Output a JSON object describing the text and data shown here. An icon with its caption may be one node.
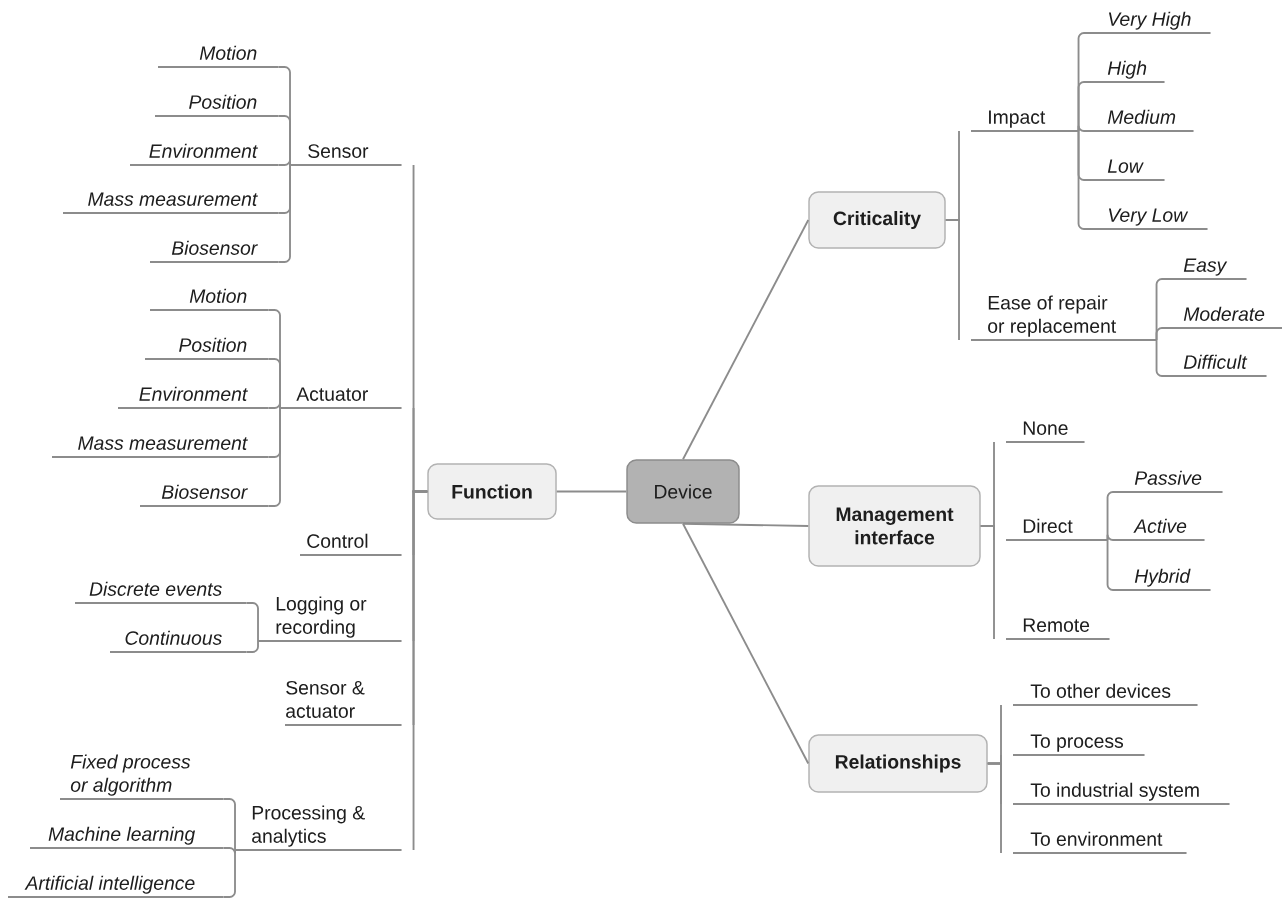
{
  "diagram": {
    "nodes": [
      {
        "text": [
          "Device"
        ]
      },
      {
        "text": [
          "Function"
        ]
      },
      {
        "text": [
          "Criticality"
        ]
      },
      {
        "text": [
          "Management interface"
        ]
      },
      {
        "text": [
          "Relationships"
        ]
      },
      {
        "text": [
          "Sensor"
        ]
      },
      {
        "text": [
          "Actuator"
        ]
      },
      {
        "text": [
          "Control"
        ]
      },
      {
        "text": [
          "Logging or recording"
        ]
      },
      {
        "text": [
          "Sensor & actuator"
        ]
      },
      {
        "text": [
          "Processing & analytics"
        ]
      },
      {
        "text": [
          "Motion"
        ]
      },
      {
        "text": [
          "Position"
        ]
      },
      {
        "text": [
          "Environment"
        ]
      },
      {
        "text": [
          "Mass measurement"
        ]
      },
      {
        "text": [
          "Biosensor"
        ]
      },
      {
        "text": [
          "Motion"
        ]
      },
      {
        "text": [
          "Position"
        ]
      },
      {
        "text": [
          "Environment"
        ]
      },
      {
        "text": [
          "Mass measurement"
        ]
      },
      {
        "text": [
          "Biosensor"
        ]
      },
      {
        "text": [
          "Discrete events"
        ]
      },
      {
        "text": [
          "Continuous"
        ]
      },
      {
        "text": [
          "Fixed process or algorithm"
        ]
      },
      {
        "text": [
          "Machine learning"
        ]
      },
      {
        "text": [
          "Artificial intelligence"
        ]
      },
      {
        "text": [
          "Impact"
        ]
      },
      {
        "text": [
          "Ease of repair or replacement"
        ]
      },
      {
        "text": [
          "Very High"
        ]
      },
      {
        "text": [
          "High"
        ]
      },
      {
        "text": [
          "Medium"
        ]
      },
      {
        "text": [
          "Low"
        ]
      },
      {
        "text": [
          "Very Low"
        ]
      },
      {
        "text": [
          "Easy"
        ]
      },
      {
        "text": [
          "Moderate"
        ]
      },
      {
        "text": [
          "Difficult"
        ]
      },
      {
        "text": [
          "None"
        ]
      },
      {
        "text": [
          "Direct"
        ]
      },
      {
        "text": [
          "Remote"
        ]
      },
      {
        "text": [
          "Passive"
        ]
      },
      {
        "text": [
          "Active"
        ]
      },
      {
        "text": [
          "Hybrid"
        ]
      },
      {
        "text": [
          "To other devices"
        ]
      },
      {
        "text": [
          "To process"
        ]
      },
      {
        "text": [
          "To industrial system"
        ]
      },
      {
        "text": [
          "To environment"
        ]
      }
    ],
    "edges": [
      {
        "from": 0,
        "to": 1,
        "arrow": "none"
      },
      {
        "from": 0,
        "to": 2,
        "arrow": "none"
      },
      {
        "from": 0,
        "to": 3,
        "arrow": "none"
      },
      {
        "from": 0,
        "to": 4,
        "arrow": "none"
      },
      {
        "from": 1,
        "to": 5,
        "arrow": "none"
      },
      {
        "from": 1,
        "to": 6,
        "arrow": "none"
      },
      {
        "from": 1,
        "to": 7,
        "arrow": "none"
      },
      {
        "from": 1,
        "to": 8,
        "arrow": "none"
      },
      {
        "from": 1,
        "to": 9,
        "arrow": "none"
      },
      {
        "from": 1,
        "to": 10,
        "arrow": "none"
      },
      {
        "from": 5,
        "to": 11,
        "arrow": "none"
      },
      {
        "from": 5,
        "to": 12,
        "arrow": "none"
      },
      {
        "from": 5,
        "to": 13,
        "arrow": "none"
      },
      {
        "from": 5,
        "to": 14,
        "arrow": "none"
      },
      {
        "from": 5,
        "to": 15,
        "arrow": "none"
      },
      {
        "from": 6,
        "to": 16,
        "arrow": "none"
      },
      {
        "from": 6,
        "to": 17,
        "arrow": "none"
      },
      {
        "from": 6,
        "to": 18,
        "arrow": "none"
      },
      {
        "from": 6,
        "to": 19,
        "arrow": "none"
      },
      {
        "from": 6,
        "to": 20,
        "arrow": "none"
      },
      {
        "from": 8,
        "to": 21,
        "arrow": "none"
      },
      {
        "from": 8,
        "to": 22,
        "arrow": "none"
      },
      {
        "from": 10,
        "to": 23,
        "arrow": "none"
      },
      {
        "from": 10,
        "to": 24,
        "arrow": "none"
      },
      {
        "from": 10,
        "to": 25,
        "arrow": "none"
      },
      {
        "from": 2,
        "to": 26,
        "arrow": "none"
      },
      {
        "from": 2,
        "to": 27,
        "arrow": "none"
      },
      {
        "from": 26,
        "to": 28,
        "arrow": "none"
      },
      {
        "from": 26,
        "to": 29,
        "arrow": "none"
      },
      {
        "from": 26,
        "to": 30,
        "arrow": "none"
      },
      {
        "from": 26,
        "to": 31,
        "arrow": "none"
      },
      {
        "from": 26,
        "to": 32,
        "arrow": "none"
      },
      {
        "from": 27,
        "to": 33,
        "arrow": "none"
      },
      {
        "from": 27,
        "to": 34,
        "arrow": "none"
      },
      {
        "from": 27,
        "to": 35,
        "arrow": "none"
      },
      {
        "from": 3,
        "to": 36,
        "arrow": "none"
      },
      {
        "from": 3,
        "to": 37,
        "arrow": "none"
      },
      {
        "from": 3,
        "to": 38,
        "arrow": "none"
      },
      {
        "from": 37,
        "to": 39,
        "arrow": "none"
      },
      {
        "from": 37,
        "to": 40,
        "arrow": "none"
      },
      {
        "from": 37,
        "to": 41,
        "arrow": "none"
      },
      {
        "from": 4,
        "to": 42,
        "arrow": "none"
      },
      {
        "from": 4,
        "to": 43,
        "arrow": "none"
      },
      {
        "from": 4,
        "to": 44,
        "arrow": "none"
      },
      {
        "from": 4,
        "to": 45,
        "arrow": "none"
      }
    ]
  }
}
